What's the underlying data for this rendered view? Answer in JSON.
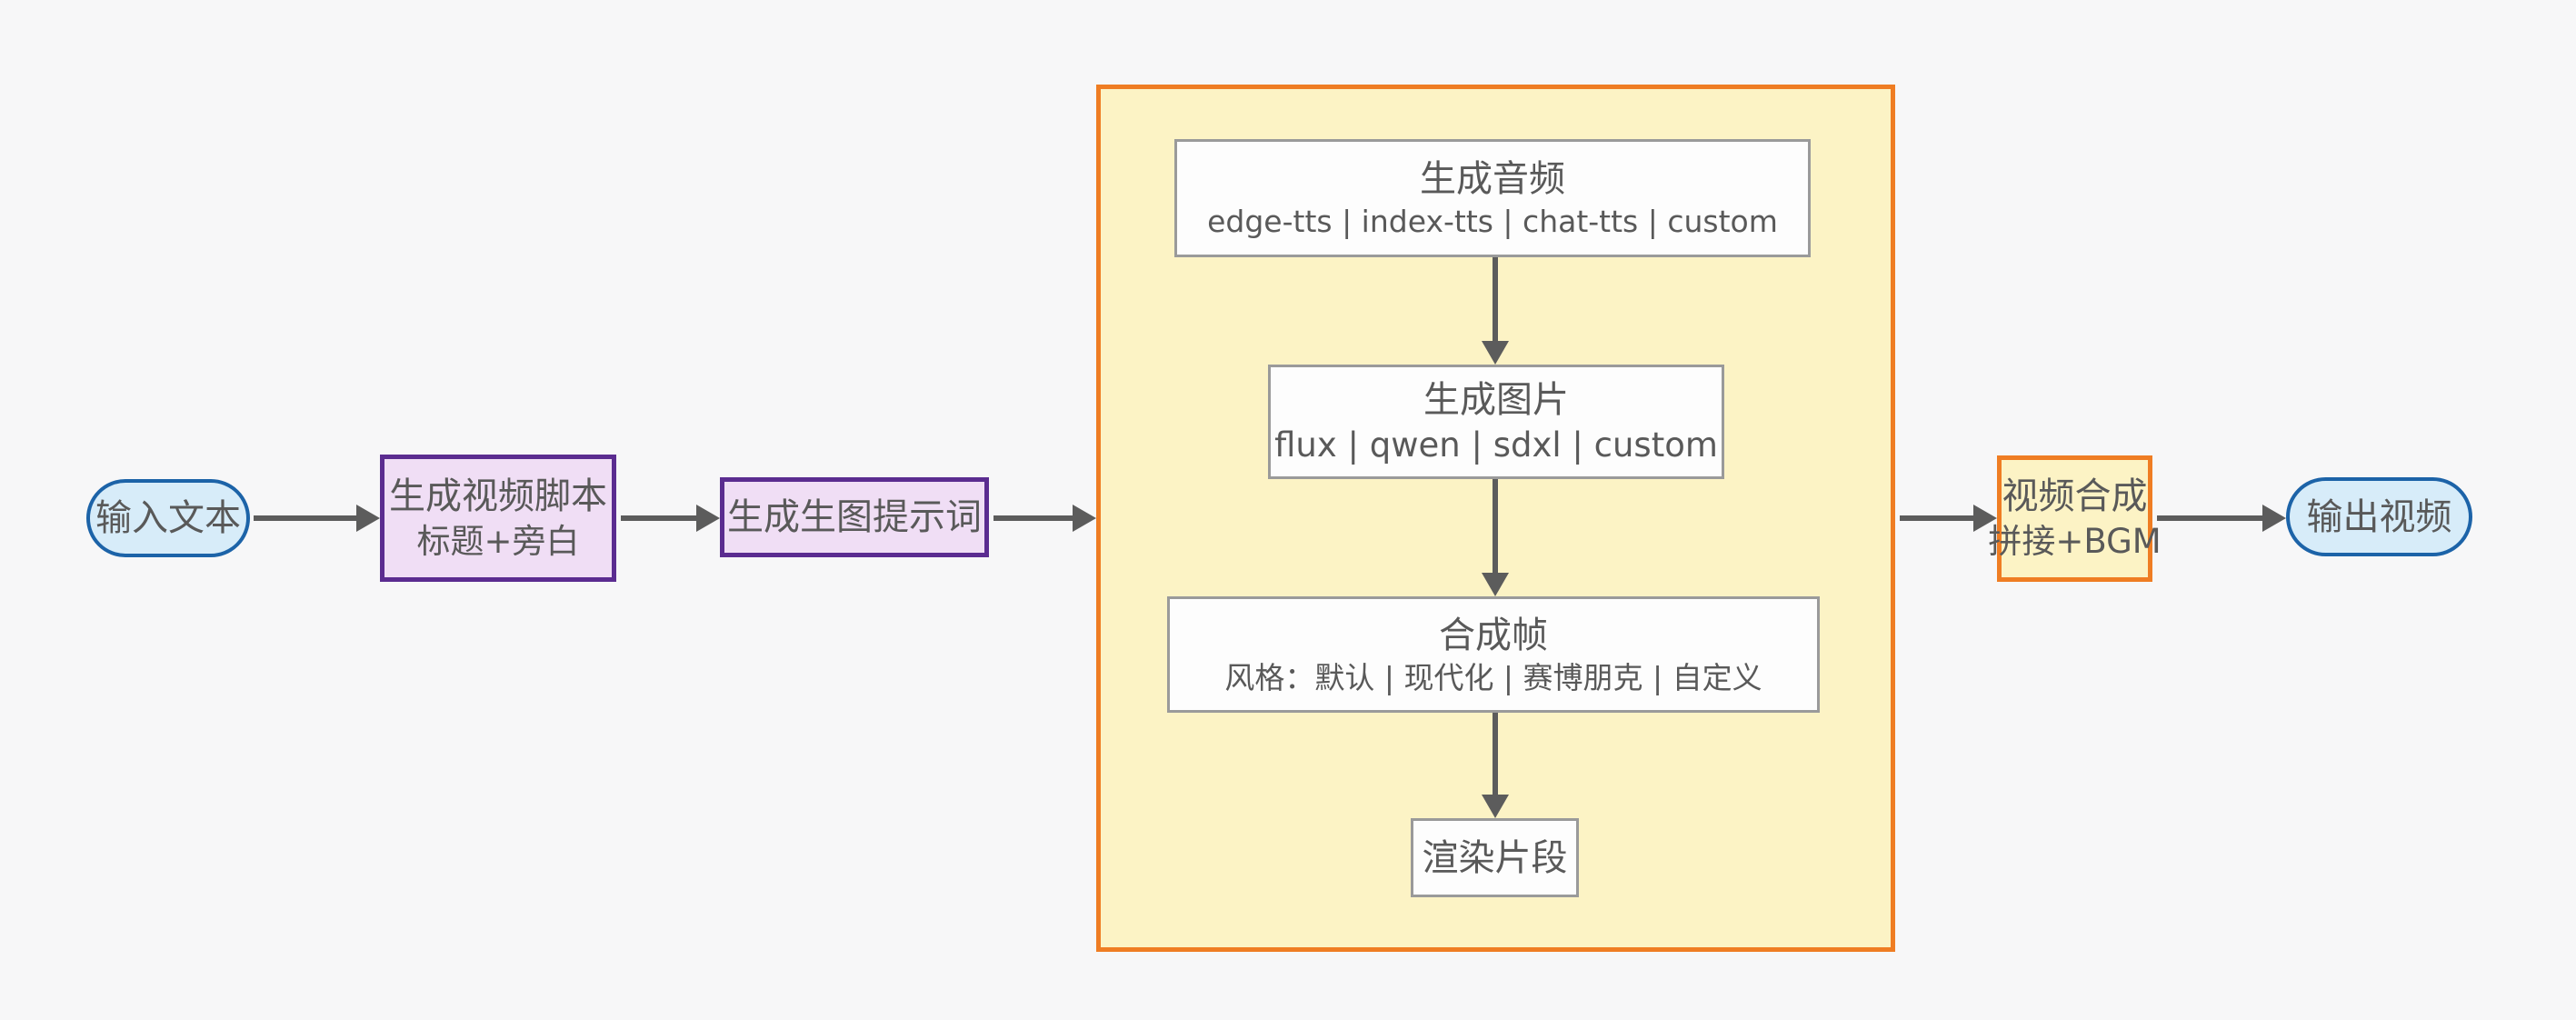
{
  "diagram": {
    "title_semantic": "text-to-video generation pipeline flowchart",
    "nodes": {
      "input": {
        "label": "输入文本"
      },
      "script": {
        "title": "生成视频脚本",
        "subtitle": "标题+旁白"
      },
      "prompt": {
        "label": "生成生图提示词"
      },
      "audio": {
        "title": "生成音频",
        "subtitle": "edge-tts | index-tts | chat-tts | custom"
      },
      "image": {
        "title": "生成图片",
        "subtitle": "flux | qwen | sdxl | custom"
      },
      "frame": {
        "title": "合成帧",
        "subtitle": "风格：默认 | 现代化 | 赛博朋克 | 自定义"
      },
      "render": {
        "label": "渲染片段"
      },
      "compose": {
        "title": "视频合成",
        "subtitle": "拼接+BGM"
      },
      "output": {
        "label": "输出视频"
      }
    },
    "colors": {
      "page_background": "#f7f7f8",
      "terminal_fill": "#d7ecf9",
      "terminal_border": "#1c63a8",
      "process_fill": "#f0def5",
      "process_border": "#5b2c90",
      "group_fill": "#fcf3c5",
      "group_border": "#ef7d23",
      "step_fill": "#fdfdfd",
      "step_border": "#9a9a9a",
      "arrow": "#5c5c5c",
      "text": "#595959"
    }
  }
}
